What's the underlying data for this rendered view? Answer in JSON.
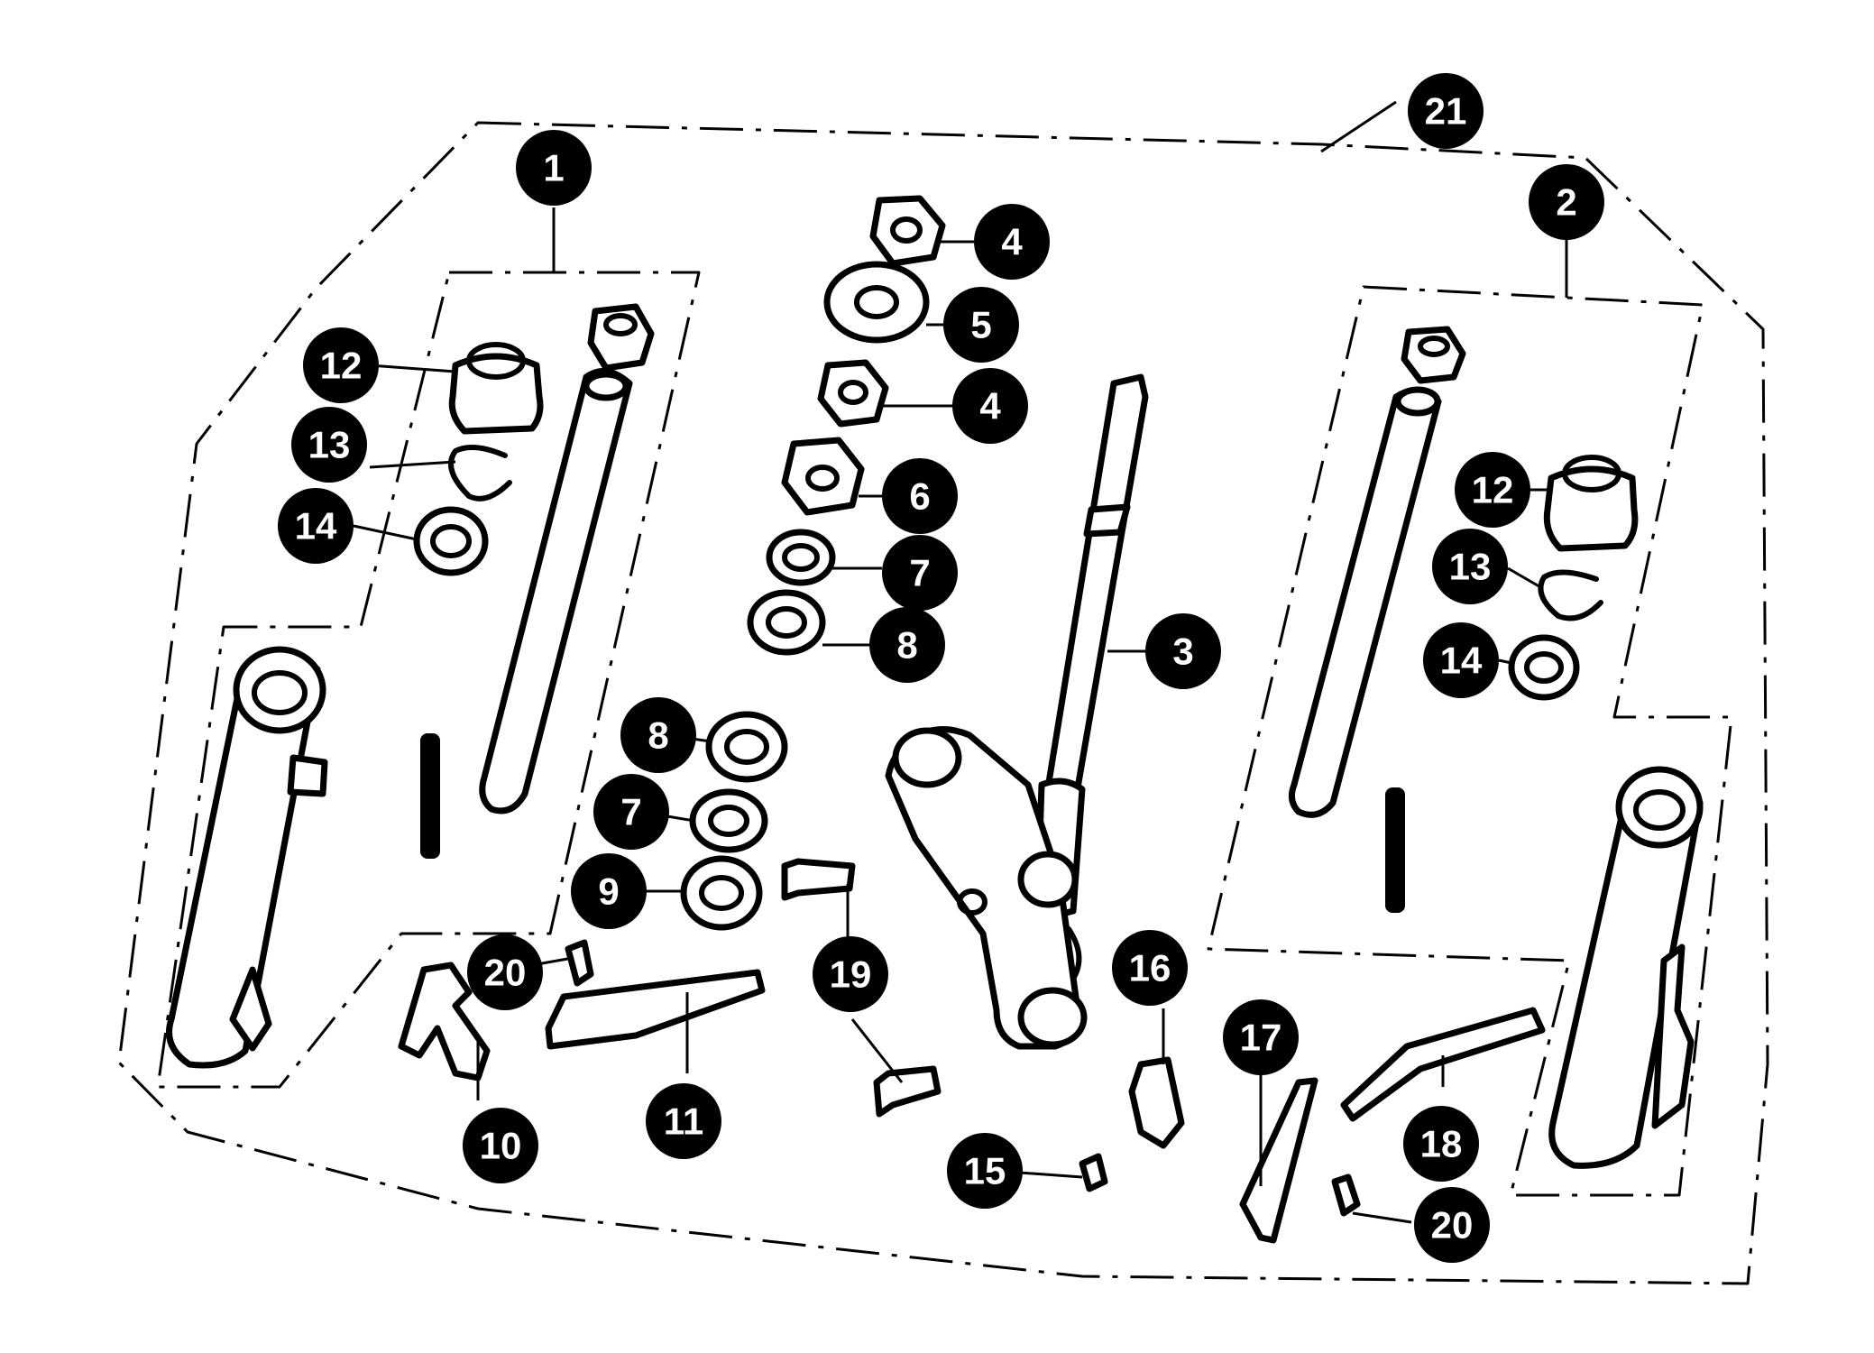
{
  "callouts": [
    {
      "id": "c1",
      "label": "1"
    },
    {
      "id": "c2",
      "label": "2"
    },
    {
      "id": "c3",
      "label": "3"
    },
    {
      "id": "c4a",
      "label": "4"
    },
    {
      "id": "c4b",
      "label": "4"
    },
    {
      "id": "c5",
      "label": "5"
    },
    {
      "id": "c6",
      "label": "6"
    },
    {
      "id": "c7a",
      "label": "7"
    },
    {
      "id": "c7b",
      "label": "7"
    },
    {
      "id": "c8a",
      "label": "8"
    },
    {
      "id": "c8b",
      "label": "8"
    },
    {
      "id": "c9",
      "label": "9"
    },
    {
      "id": "c10",
      "label": "10"
    },
    {
      "id": "c11",
      "label": "11"
    },
    {
      "id": "c12a",
      "label": "12"
    },
    {
      "id": "c12b",
      "label": "12"
    },
    {
      "id": "c13a",
      "label": "13"
    },
    {
      "id": "c13b",
      "label": "13"
    },
    {
      "id": "c14a",
      "label": "14"
    },
    {
      "id": "c14b",
      "label": "14"
    },
    {
      "id": "c15",
      "label": "15"
    },
    {
      "id": "c16",
      "label": "16"
    },
    {
      "id": "c17",
      "label": "17"
    },
    {
      "id": "c18",
      "label": "18"
    },
    {
      "id": "c19",
      "label": "19"
    },
    {
      "id": "c20a",
      "label": "20"
    },
    {
      "id": "c20b",
      "label": "20"
    },
    {
      "id": "c21",
      "label": "21"
    }
  ]
}
